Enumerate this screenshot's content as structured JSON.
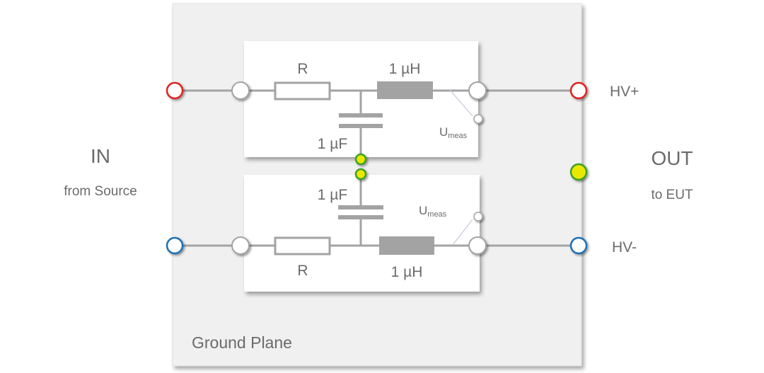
{
  "input": {
    "title": "IN",
    "subtitle": "from Source"
  },
  "output": {
    "title": "OUT",
    "subtitle": "to EUT",
    "hv_plus": "HV+",
    "hv_minus": "HV-"
  },
  "ground_plane": {
    "label": "Ground Plane"
  },
  "top_circuit": {
    "resistor": "R",
    "inductor": "1 µH",
    "capacitor": "1 µF",
    "meas": "U",
    "meas_sub": "meas"
  },
  "bottom_circuit": {
    "resistor": "R",
    "inductor": "1 µH",
    "capacitor": "1 µF",
    "meas": "U",
    "meas_sub": "meas"
  },
  "colors": {
    "hv_plus": "#e02020",
    "hv_minus": "#1a6fb5",
    "ground": "#e8e800",
    "ground_ring": "#3aa02a",
    "component": "#a3a3a3"
  }
}
